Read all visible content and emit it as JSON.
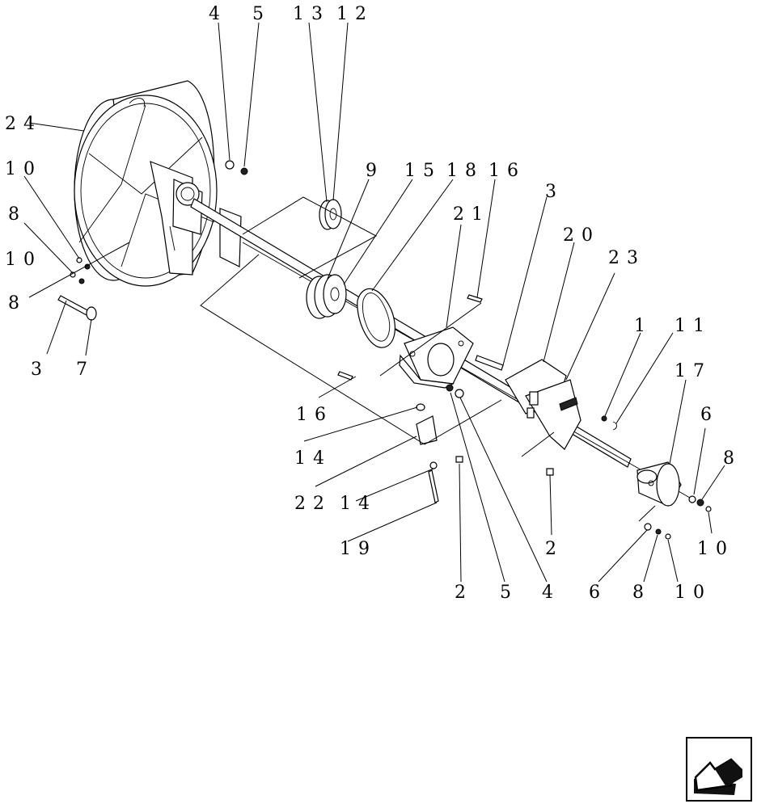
{
  "callouts": [
    {
      "id": "c-4a",
      "text": "4"
    },
    {
      "id": "c-5a",
      "text": "5"
    },
    {
      "id": "c-13",
      "text": "13"
    },
    {
      "id": "c-12",
      "text": "12"
    },
    {
      "id": "c-24",
      "text": "24"
    },
    {
      "id": "c-10a",
      "text": "10"
    },
    {
      "id": "c-8a",
      "text": "8"
    },
    {
      "id": "c-10b",
      "text": "10"
    },
    {
      "id": "c-8b",
      "text": "8"
    },
    {
      "id": "c-3a",
      "text": "3"
    },
    {
      "id": "c-7",
      "text": "7"
    },
    {
      "id": "c-9",
      "text": "9"
    },
    {
      "id": "c-15",
      "text": "15"
    },
    {
      "id": "c-18",
      "text": "18"
    },
    {
      "id": "c-16a",
      "text": "16"
    },
    {
      "id": "c-3b",
      "text": "3"
    },
    {
      "id": "c-21",
      "text": "21"
    },
    {
      "id": "c-20",
      "text": "20"
    },
    {
      "id": "c-23",
      "text": "23"
    },
    {
      "id": "c-1",
      "text": "1"
    },
    {
      "id": "c-11",
      "text": "11"
    },
    {
      "id": "c-17",
      "text": "17"
    },
    {
      "id": "c-6a",
      "text": "6"
    },
    {
      "id": "c-8c",
      "text": "8"
    },
    {
      "id": "c-16b",
      "text": "16"
    },
    {
      "id": "c-14a",
      "text": "14"
    },
    {
      "id": "c-22",
      "text": "22"
    },
    {
      "id": "c-14b",
      "text": "14"
    },
    {
      "id": "c-19",
      "text": "19"
    },
    {
      "id": "c-2a",
      "text": "2"
    },
    {
      "id": "c-10c",
      "text": "10"
    },
    {
      "id": "c-2b",
      "text": "2"
    },
    {
      "id": "c-5b",
      "text": "5"
    },
    {
      "id": "c-4b",
      "text": "4"
    },
    {
      "id": "c-6b",
      "text": "6"
    },
    {
      "id": "c-8d",
      "text": "8"
    },
    {
      "id": "c-10d",
      "text": "10"
    }
  ],
  "icons": {
    "nav": "arrow-back-icon"
  }
}
